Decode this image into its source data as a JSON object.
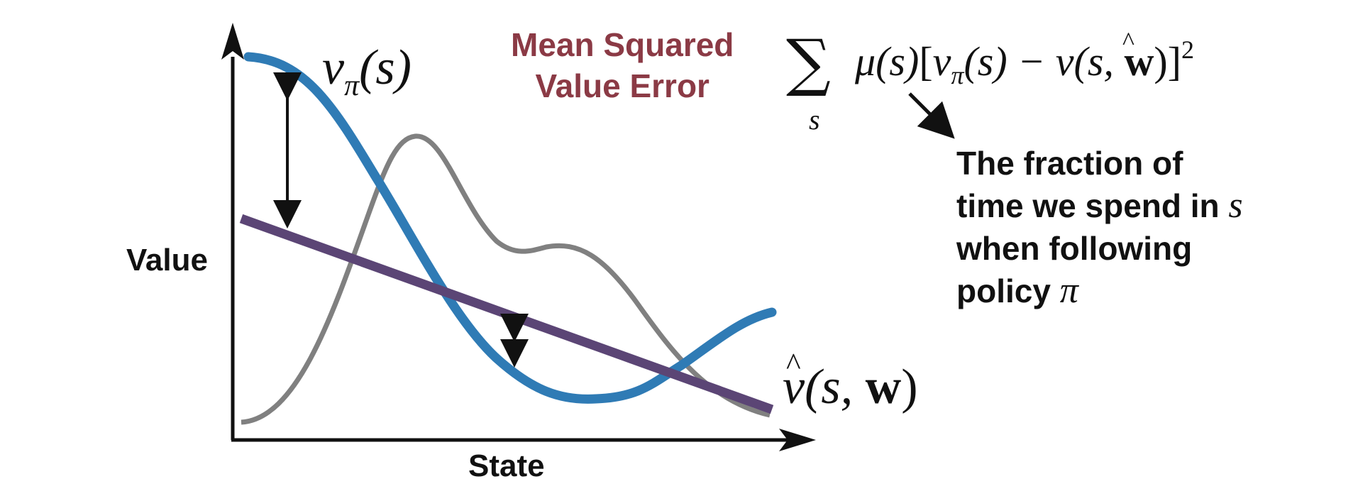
{
  "axes": {
    "ylabel": "Value",
    "xlabel": "State"
  },
  "curve_labels": {
    "true_value": {
      "base": "v",
      "sub": "π",
      "arg": "(s)"
    },
    "approx_value": {
      "hat": "v",
      "arg_open": "(s, ",
      "bold": "w",
      "arg_close": ")"
    }
  },
  "error_title": {
    "line1": "Mean Squared",
    "line2": "Value Error"
  },
  "formula": {
    "sum": "∑",
    "sum_index": "s",
    "mu": "μ(s)",
    "bracket_open": "[",
    "v": "v",
    "v_sub": "π",
    "v_arg": "(s) − ",
    "vhat": "v",
    "vhat_arg_open": "(s, ",
    "vhat_bold": "w",
    "vhat_arg_close": ")",
    "bracket_close": "]",
    "power": "2"
  },
  "annotation": {
    "line1": "The fraction of",
    "line2": "time we spend in",
    "line2_symbol": "s",
    "line3": "when following",
    "line4": "policy",
    "line4_symbol": "π"
  },
  "colors": {
    "true_value": "#2f7bb5",
    "approx_value": "#5b4575",
    "distribution": "#808080",
    "title": "#8b3a45",
    "axis": "#111111"
  }
}
